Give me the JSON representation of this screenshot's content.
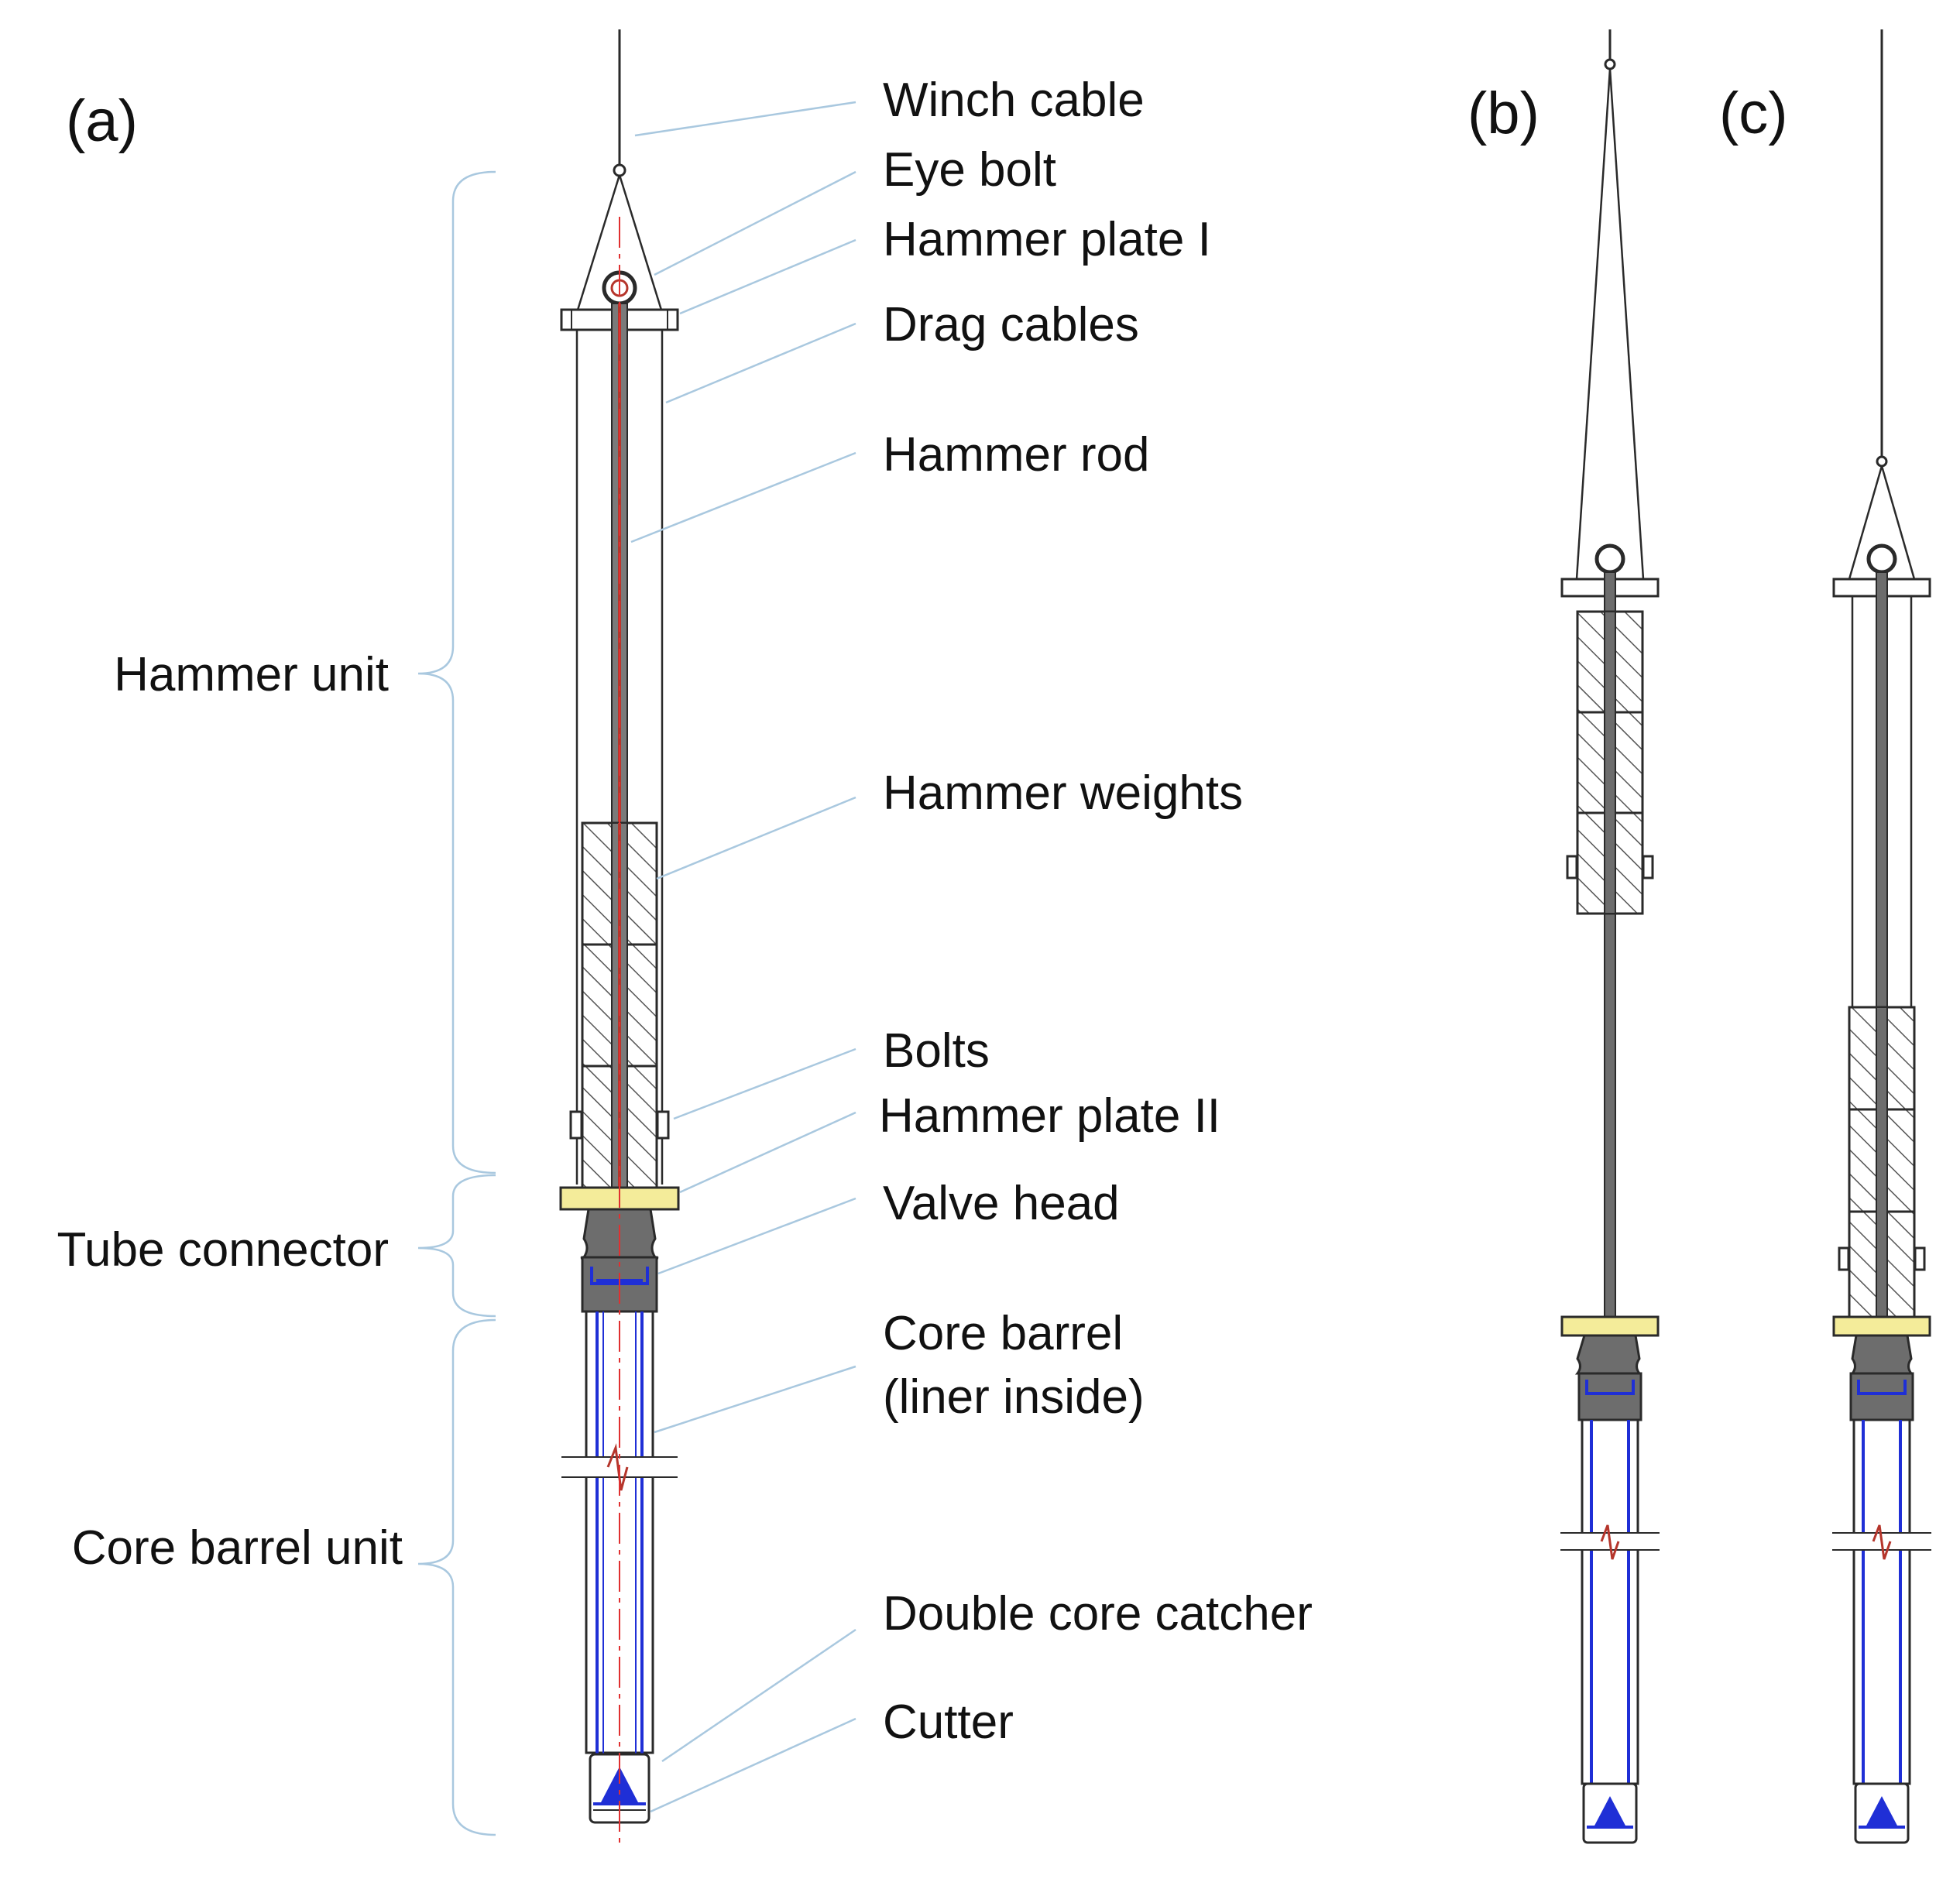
{
  "panels": {
    "a": "(a)",
    "b": "(b)",
    "c": "(c)"
  },
  "labels": {
    "winch_cable": "Winch cable",
    "eye_bolt": "Eye bolt",
    "hammer_plate_1": "Hammer plate I",
    "drag_cables": "Drag cables",
    "hammer_rod": "Hammer rod",
    "hammer_weights": "Hammer weights",
    "bolts": "Bolts",
    "hammer_plate_2": "Hammer plate II",
    "valve_head": "Valve head",
    "core_barrel_line1": "Core barrel",
    "core_barrel_line2": "(liner inside)",
    "double_core_catcher": "Double core catcher",
    "cutter": "Cutter"
  },
  "sections": {
    "hammer_unit": "Hammer unit",
    "tube_connector": "Tube connector",
    "core_barrel_unit": "Core barrel unit"
  },
  "colors": {
    "outline": "#2a2a2a",
    "leader": "#a9c8df",
    "bracket": "#a9c8df",
    "liner_blue": "#1f2fd6",
    "rod_red": "#b5352b",
    "axis_red": "#e03030",
    "plate_yellow": "#f4ec9a",
    "valve_gray": "#6d6d6d",
    "hatch": "#555555"
  }
}
